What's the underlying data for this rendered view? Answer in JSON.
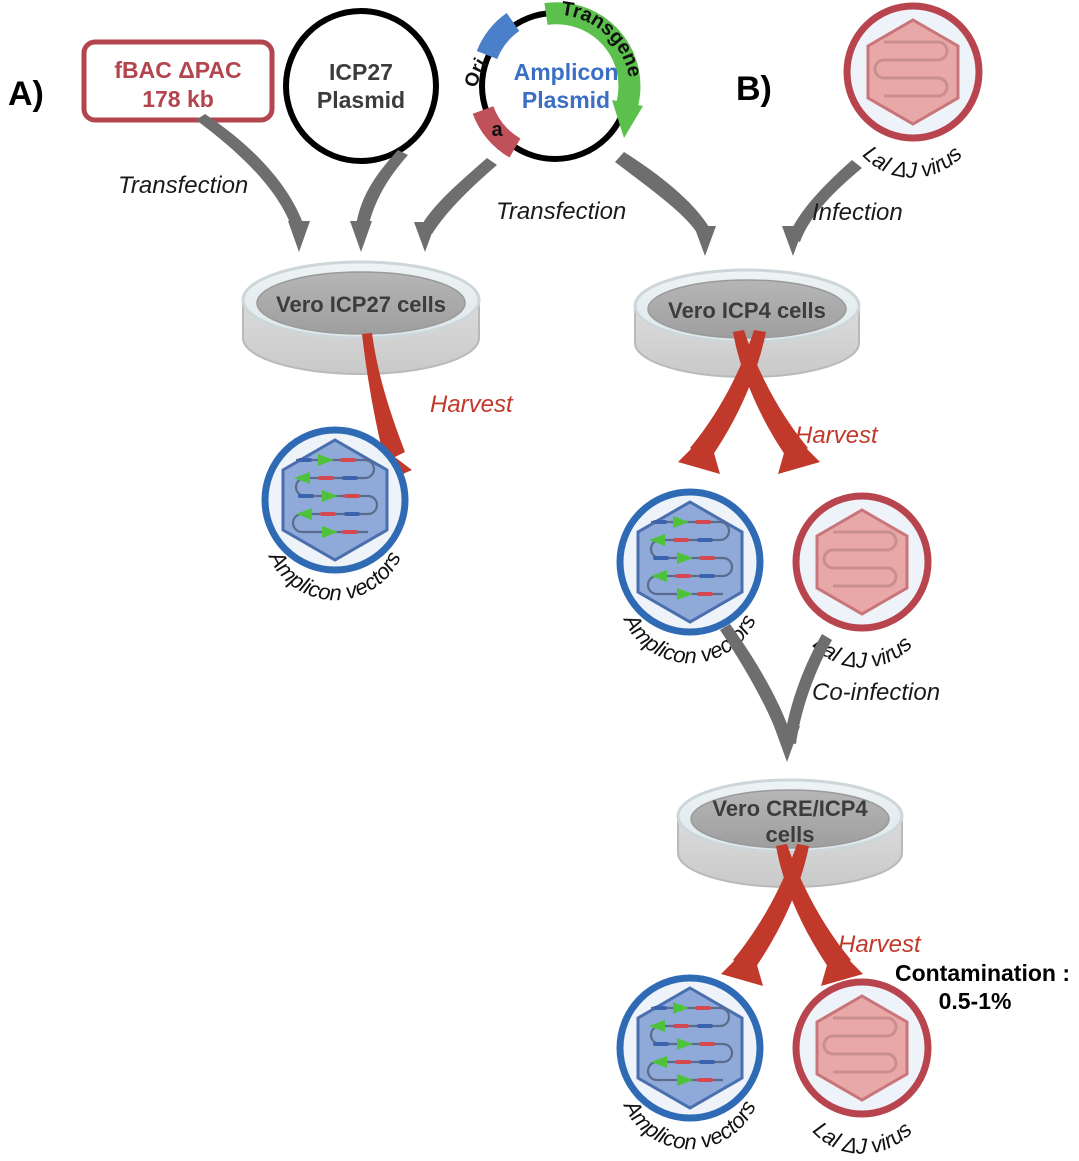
{
  "figure": {
    "type": "diagram",
    "background": "#ffffff",
    "panels": [
      {
        "id": "A",
        "label": "A)"
      },
      {
        "id": "B",
        "label": "B)"
      }
    ],
    "colors": {
      "red_dark": "#b3454f",
      "red_harvest": "#c0392b",
      "red_virus_ring": "#b8444e",
      "red_virus_fill": "#e8a8a8",
      "blue_vector_ring": "#2f6bb5",
      "blue_capsid_fill": "#8fa9d8",
      "blue_arc": "#4a7fc9",
      "green_arc": "#5cc04c",
      "gray_arrow": "#6e6e6e",
      "dish_gray": "#a9a9a9",
      "dish_rim": "#dfe7ea",
      "text_dark": "#3c3c3c",
      "amplicon_blue_text": "#3a6fc4"
    }
  },
  "panelA": {
    "letter": "A)",
    "fbac_box": {
      "line1": "fBAC ΔPAC",
      "line2": "178 kb"
    },
    "icp27_plasmid": {
      "line1": "ICP27",
      "line2": "Plasmid"
    },
    "transfection_label": "Transfection",
    "dish": {
      "label": "Vero ICP27 cells"
    },
    "harvest_label": "Harvest",
    "product": {
      "label": "Amplicon vectors"
    }
  },
  "amplicon_plasmid": {
    "title_line1": "Amplicon",
    "title_line2": "Plasmid",
    "arcs": [
      {
        "name": "ori-arc",
        "label": "Ori",
        "color": "#4a7fc9"
      },
      {
        "name": "transgene-arc",
        "label": "Transgene",
        "color": "#5cc04c"
      },
      {
        "name": "a-arc",
        "label": "a",
        "color": "#c0505a"
      }
    ],
    "transfection_label": "Transfection"
  },
  "panelB": {
    "letter": "B)",
    "input_virus": {
      "label": "Lal ΔJ virus"
    },
    "infection_label": "Infection",
    "dish1": {
      "label": "Vero ICP4 cells"
    },
    "harvest1_label": "Harvest",
    "products1": [
      {
        "name": "amplicon-vectors",
        "label": "Amplicon vectors"
      },
      {
        "name": "lal-dj-virus",
        "label": "Lal ΔJ virus"
      }
    ],
    "coinfection_label": "Co-infection",
    "dish2": {
      "line1": "Vero CRE/ICP4",
      "line2": "cells"
    },
    "harvest2_label": "Harvest",
    "contamination": {
      "line1": "Contamination :",
      "line2": "0.5-1%"
    },
    "products2": [
      {
        "name": "amplicon-vectors",
        "label": "Amplicon vectors"
      },
      {
        "name": "lal-dj-virus",
        "label": "Lal ΔJ virus"
      }
    ]
  }
}
